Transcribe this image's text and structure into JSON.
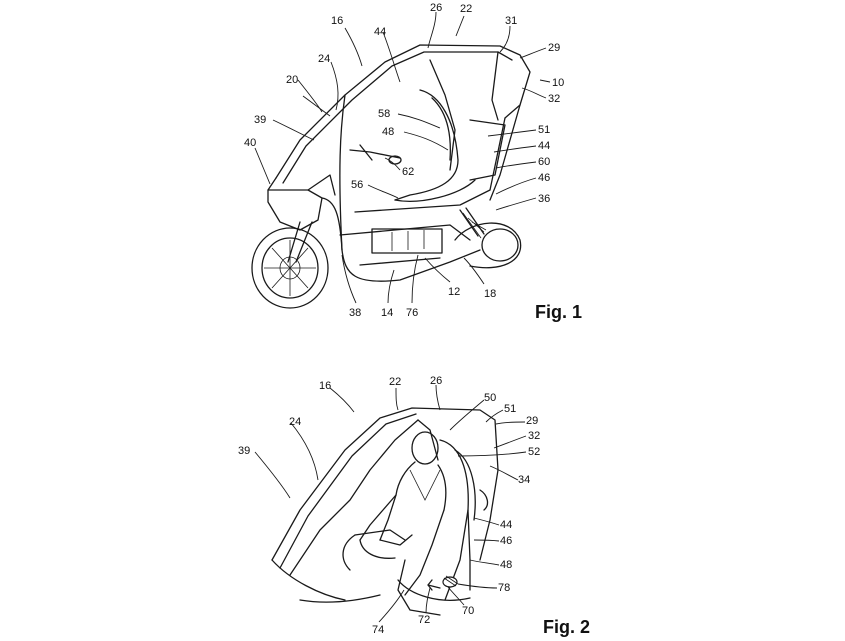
{
  "figures": [
    {
      "caption": "Fig. 1",
      "labels": [
        "16",
        "26",
        "22",
        "31",
        "29",
        "10",
        "44",
        "24",
        "32",
        "20",
        "58",
        "51",
        "39",
        "48",
        "44",
        "60",
        "40",
        "62",
        "46",
        "56",
        "36",
        "38",
        "14",
        "76",
        "12",
        "18"
      ]
    },
    {
      "caption": "Fig. 2",
      "labels": [
        "16",
        "22",
        "26",
        "50",
        "51",
        "29",
        "32",
        "24",
        "52",
        "39",
        "34",
        "44",
        "46",
        "48",
        "78",
        "70",
        "74",
        "72"
      ]
    }
  ]
}
